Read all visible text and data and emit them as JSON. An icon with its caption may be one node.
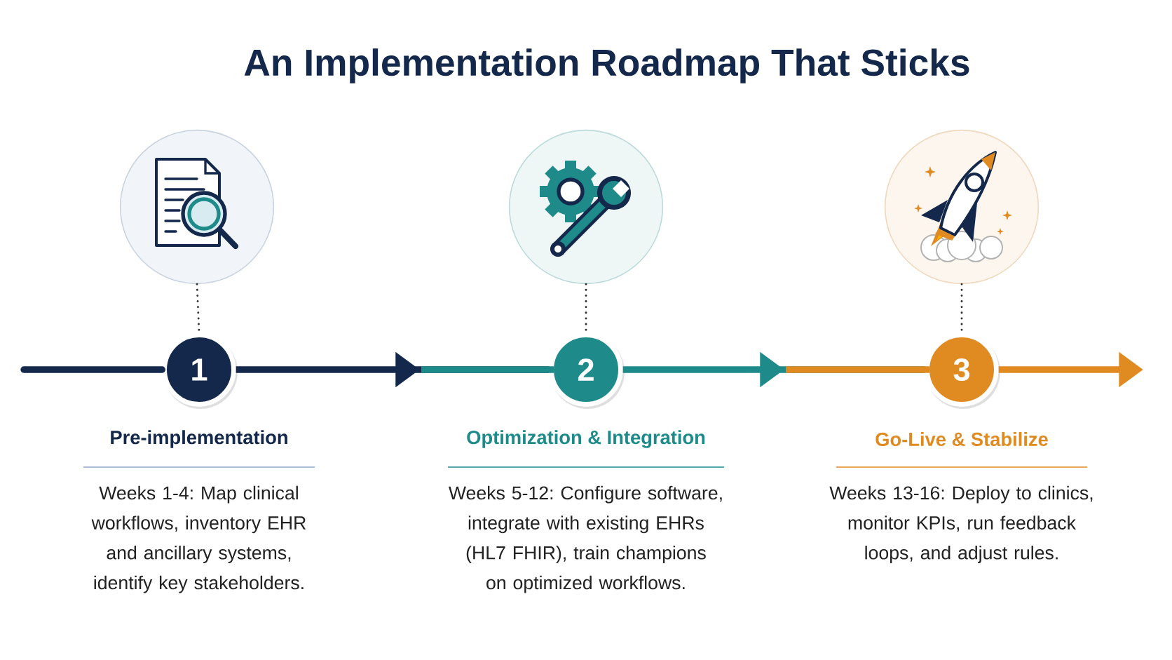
{
  "diagram": {
    "title": "An Implementation Roadmap That Sticks",
    "nodes": [
      {
        "text": [],
        "shape": "circle"
      },
      {
        "text": [],
        "shape": "circle"
      },
      {
        "text": [],
        "shape": "circle"
      },
      {
        "text": [
          "1"
        ],
        "beside": [
          "Pre-implementation",
          "Weeks 1-4: Map clinical workflows, inventory EHR and ancillary systems, identify key stakeholders."
        ]
      },
      {
        "text": [
          "2"
        ],
        "beside": [
          "Optimization & Integration",
          "Weeks 5-12: Configure software, integrate with existing EHRs (HL7 FHIR), train champions on optimized workflows."
        ]
      },
      {
        "text": [
          "3"
        ],
        "beside": [
          "Go-Live & Stabilize",
          "Weeks 13-16: Deploy to clinics, monitor KPIs, run feedback loops, and adjust rules."
        ]
      }
    ],
    "edges": [
      {
        "from": null,
        "to": 3,
        "arrow": "none",
        "color": "#14284b"
      },
      {
        "from": 3,
        "to": 4,
        "arrow": "to",
        "color": "#14284b"
      },
      {
        "from": 4,
        "to": 5,
        "arrow": "to",
        "color": "#1e8a8a"
      },
      {
        "from": 5,
        "to": null,
        "arrow": "to",
        "color": "#e08a22"
      },
      {
        "from": 0,
        "to": 3,
        "arrow": "none",
        "style": "dashed",
        "color": "#333333"
      },
      {
        "from": 1,
        "to": 4,
        "arrow": "none",
        "style": "dashed",
        "color": "#333333"
      },
      {
        "from": 2,
        "to": 5,
        "arrow": "none",
        "style": "dashed",
        "color": "#333333"
      }
    ]
  }
}
